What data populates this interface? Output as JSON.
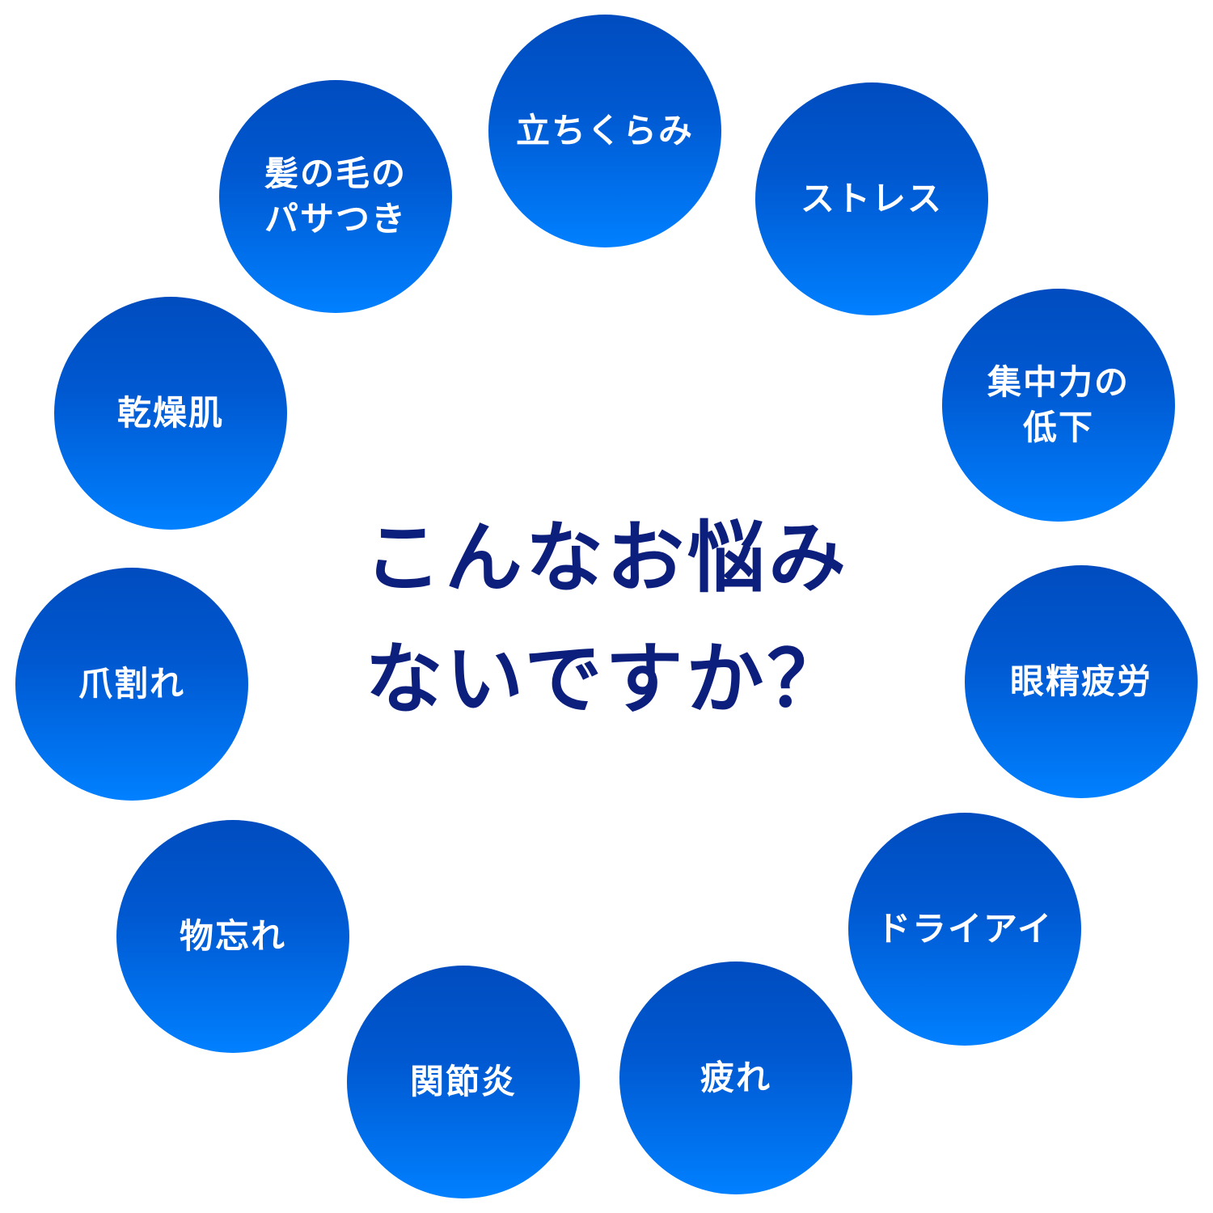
{
  "title": "こんなお悩み\nないですか？",
  "items": [
    "立ちくらみ",
    "ストレス",
    "集中力の\n低下",
    "眼精疲労",
    "ドライアイ",
    "疲れ",
    "関節炎",
    "物忘れ",
    "爪割れ",
    "乾燥肌",
    "髪の毛の\nパサつき"
  ],
  "colors": {
    "gradient_top": "#004cbf",
    "gradient_bottom": "#0080ff",
    "title": "#0d1f7d"
  }
}
